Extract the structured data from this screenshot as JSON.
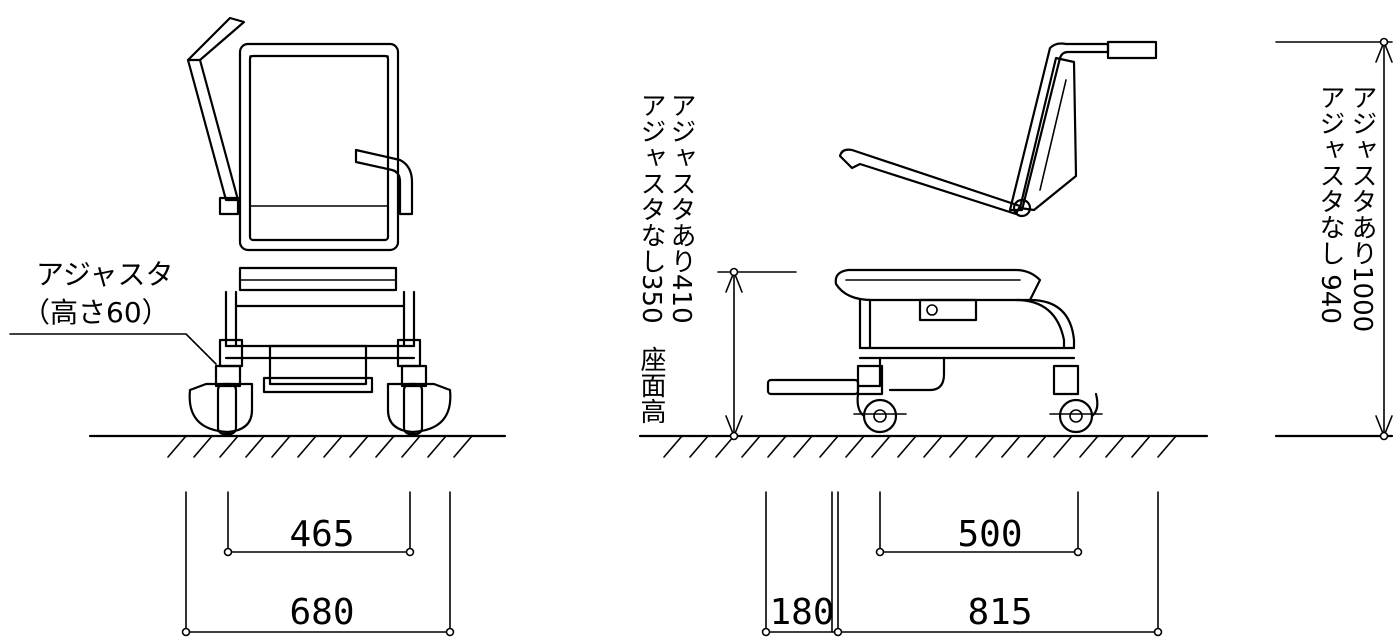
{
  "labels": {
    "adjuster_title": "アジャスタ",
    "adjuster_height": "（高さ60）",
    "seat_height": "座面高",
    "seat_without_adjuster": "アジャスタなし350",
    "seat_with_adjuster": "アジャスタあり410",
    "total_without_adjuster": "アジャスタなし 940",
    "total_with_adjuster": "アジャスタあり1000"
  },
  "dimensions": {
    "front_inner": "465",
    "front_outer": "680",
    "side_footrest": "180",
    "side_inner": "500",
    "side_outer": "815"
  }
}
